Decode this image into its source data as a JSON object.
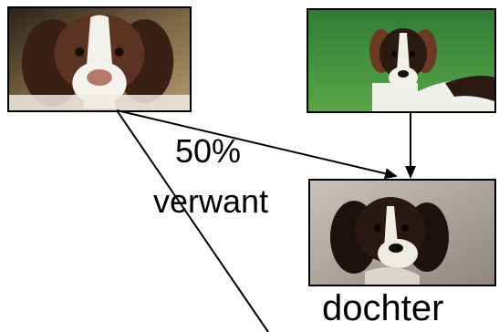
{
  "labels": {
    "percent": "50%",
    "relation": "verwant",
    "daughter": "dochter"
  },
  "images": [
    {
      "name": "parent-dog",
      "description_icon": "springer-spaniel-photo",
      "background": "#6b5a3a"
    },
    {
      "name": "other-dog",
      "description_icon": "spaniel-on-grass-photo",
      "background": "#3e8a3a"
    },
    {
      "name": "daughter-dog",
      "description_icon": "spaniel-portrait-photo",
      "background": "#a9a39c"
    }
  ],
  "colors": {
    "line": "#000000",
    "text": "#000000"
  }
}
